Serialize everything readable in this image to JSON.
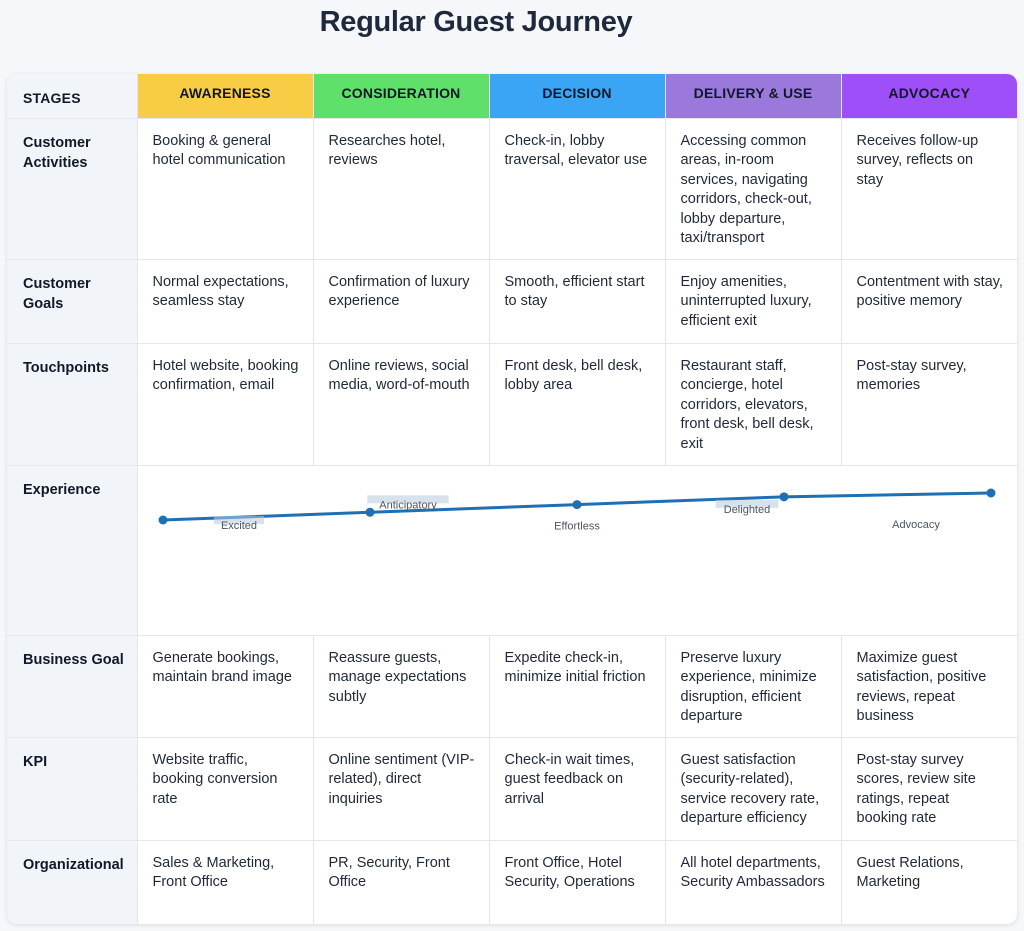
{
  "title": "Regular Guest Journey",
  "header": {
    "stages_label": "STAGES",
    "stages": [
      {
        "label": "AWARENESS",
        "color": "#f8cd45"
      },
      {
        "label": "CONSIDERATION",
        "color": "#5ee06b"
      },
      {
        "label": "DECISION",
        "color": "#3aa4f5"
      },
      {
        "label": "DELIVERY & USE",
        "color": "#9b79dc"
      },
      {
        "label": "ADVOCACY",
        "color": "#9f4ff7"
      }
    ]
  },
  "rows": {
    "activities": {
      "label": "Customer Activities",
      "cells": [
        "Booking & general hotel communication",
        "Researches hotel, reviews",
        "Check-in, lobby traversal, elevator use",
        "Accessing common areas, in-room services, navigating corridors, check-out, lobby departure, taxi/transport",
        "Receives follow-up survey, reflects on stay"
      ]
    },
    "goals": {
      "label": "Customer Goals",
      "cells": [
        "Normal expectations, seamless stay",
        "Confirmation of luxury experience",
        "Smooth, efficient start to stay",
        "Enjoy amenities, uninterrupted luxury, efficient exit",
        "Contentment with stay, positive memory"
      ]
    },
    "touchpoints": {
      "label": "Touchpoints",
      "cells": [
        "Hotel website, booking confirmation, email",
        "Online reviews, social media, word-of-mouth",
        "Front desk, bell desk, lobby area",
        "Restaurant staff, concierge, hotel corridors, elevators, front desk, bell desk, exit",
        "Post-stay survey, memories"
      ]
    },
    "experience": {
      "label": "Experience",
      "line_color": "#1f6fb5",
      "points": [
        {
          "label": "Excited",
          "value": 1
        },
        {
          "label": "Anticipatory",
          "value": 2
        },
        {
          "label": "Effortless",
          "value": 3
        },
        {
          "label": "Delighted",
          "value": 4
        },
        {
          "label": "Advocacy",
          "value": 4.5
        }
      ]
    },
    "business": {
      "label": "Business Goal",
      "cells": [
        "Generate bookings, maintain brand image",
        "Reassure guests, manage expectations subtly",
        "Expedite check-in, minimize initial friction",
        "Preserve luxury experience, minimize disruption, efficient departure",
        "Maximize guest satisfaction, positive reviews, repeat business"
      ]
    },
    "kpi": {
      "label": "KPI",
      "cells": [
        "Website traffic, booking conversion rate",
        "Online sentiment (VIP-related), direct inquiries",
        "Check-in wait times, guest feedback on arrival",
        "Guest satisfaction (security-related), service recovery rate, departure efficiency",
        "Post-stay survey scores, review site ratings, repeat booking rate"
      ]
    },
    "org": {
      "label": "Organizational",
      "cells": [
        "Sales & Marketing, Front Office",
        "PR, Security, Front Office",
        "Front Office, Hotel Security, Operations",
        "All hotel departments, Security Ambassadors",
        "Guest Relations, Marketing"
      ]
    }
  }
}
